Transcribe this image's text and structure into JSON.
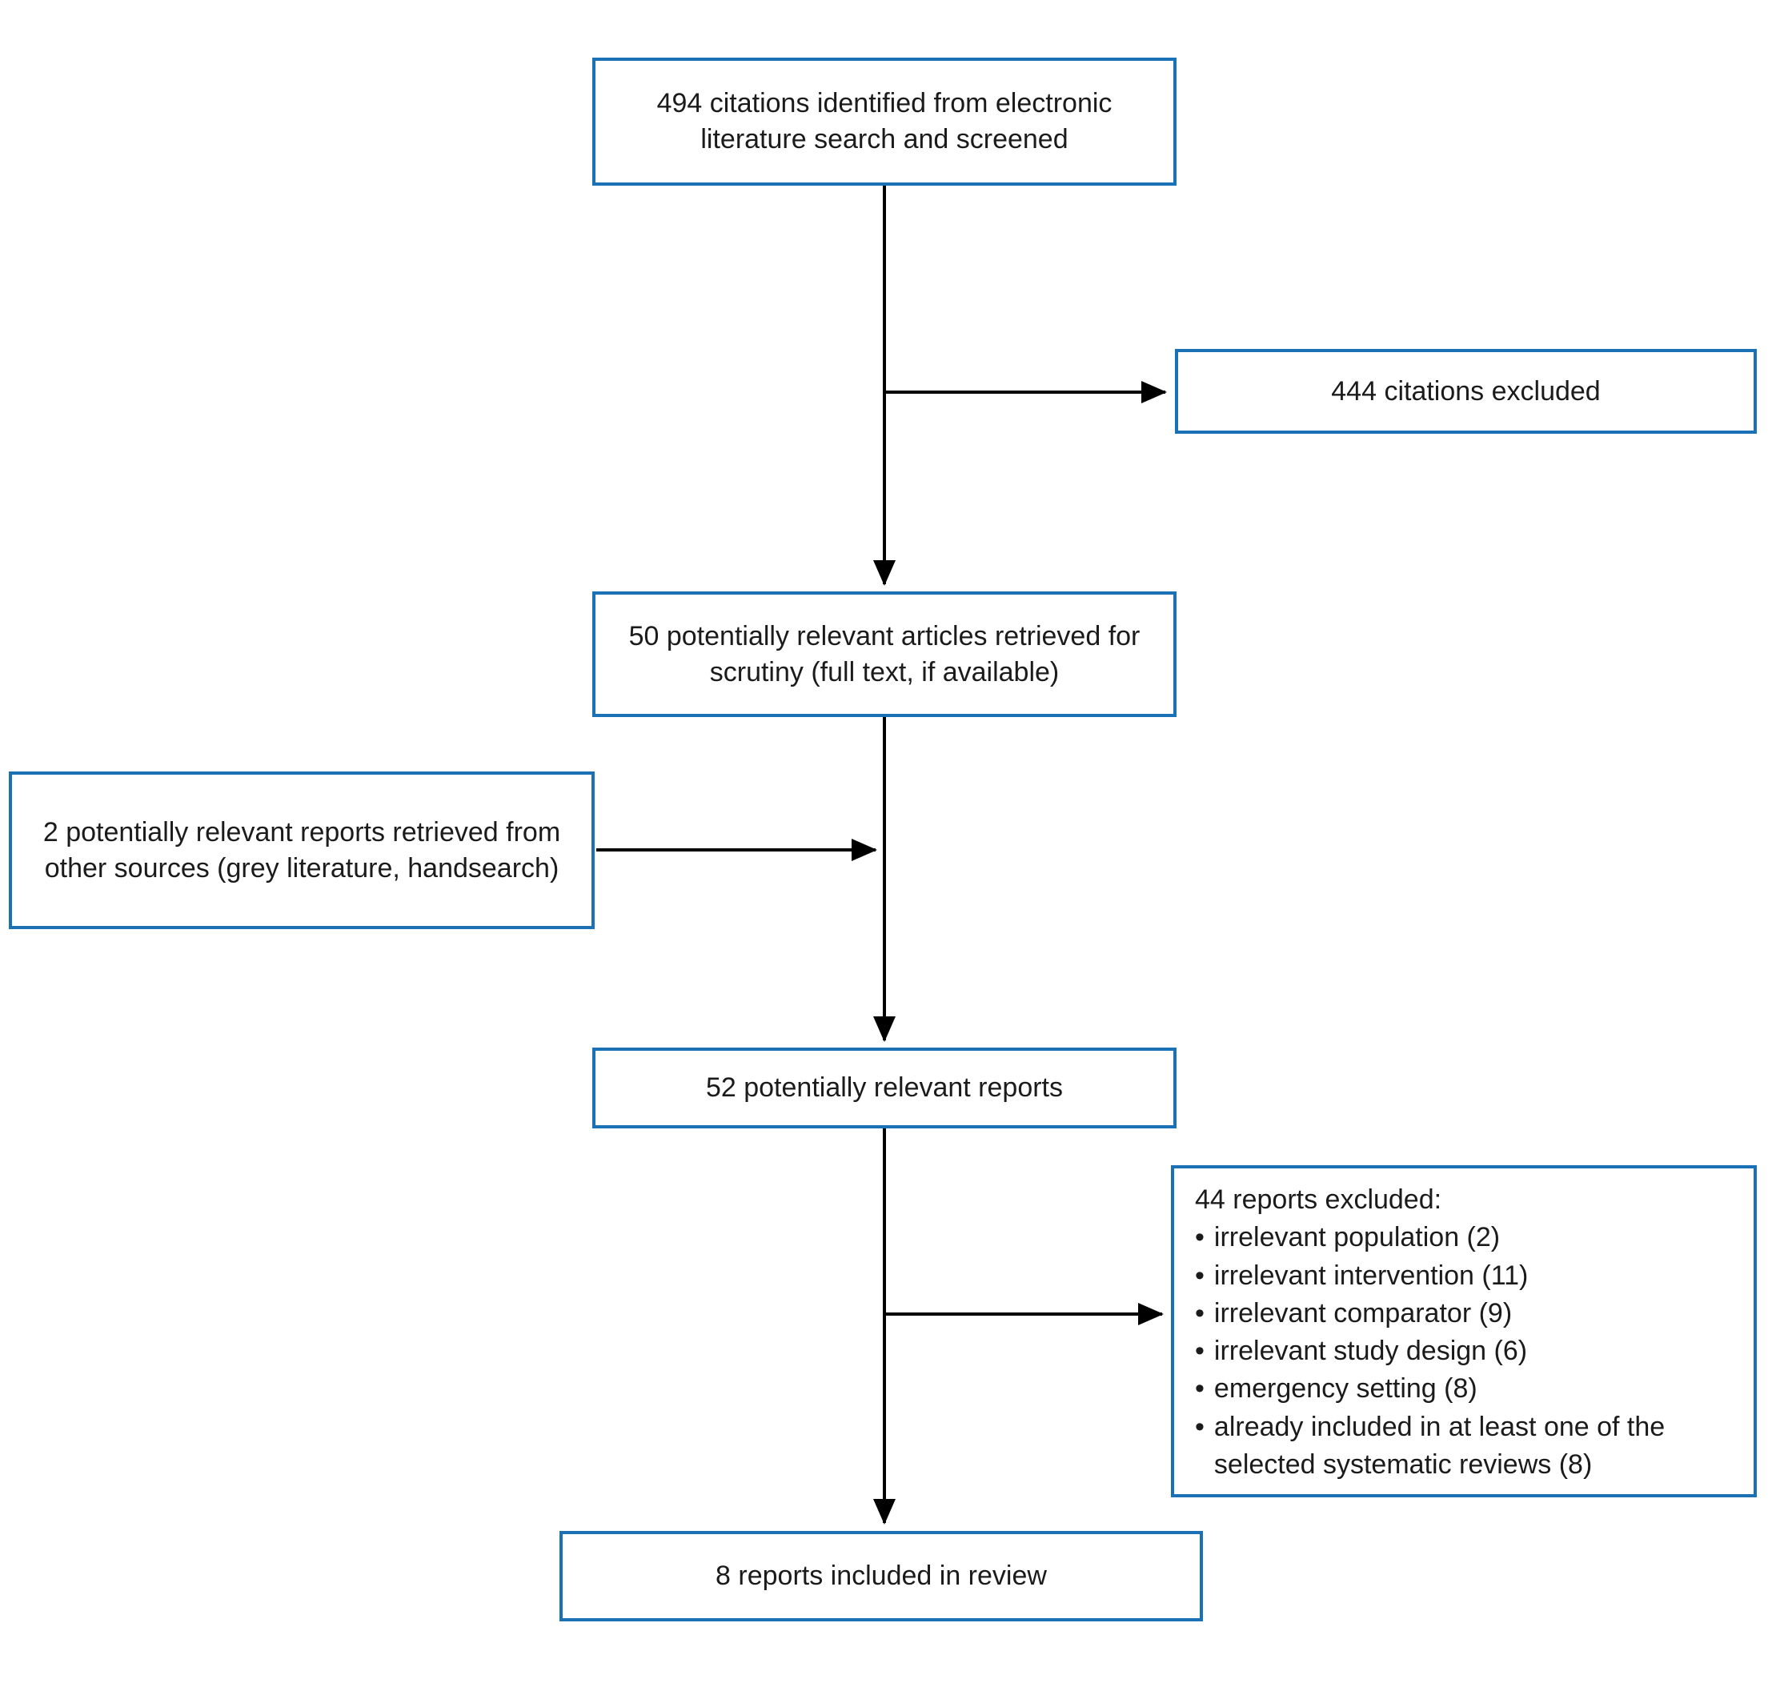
{
  "diagram": {
    "colors": {
      "box_border": "#1b71b5",
      "arrow": "#000000",
      "text": "#1b1b1b",
      "background": "#ffffff"
    },
    "icons": {
      "bullet": "•"
    },
    "boxes": {
      "identified": {
        "text": "494 citations identified from electronic literature search and screened"
      },
      "citations_excluded": {
        "text": "444 citations excluded"
      },
      "retrieved": {
        "text": "50 potentially relevant articles retrieved for scrutiny (full text, if available)"
      },
      "other_sources": {
        "text": "2 potentially relevant reports retrieved from other sources (grey literature, handsearch)"
      },
      "relevant_reports": {
        "text": "52 potentially relevant reports"
      },
      "excluded_reports": {
        "heading": "44 reports excluded:",
        "items": [
          "irrelevant population (2)",
          "irrelevant intervention (11)",
          "irrelevant comparator (9)",
          "irrelevant study design (6)",
          "emergency setting (8)",
          "already included in at least one of the selected systematic reviews (8)"
        ]
      },
      "included": {
        "text": "8 reports included in review"
      }
    }
  }
}
